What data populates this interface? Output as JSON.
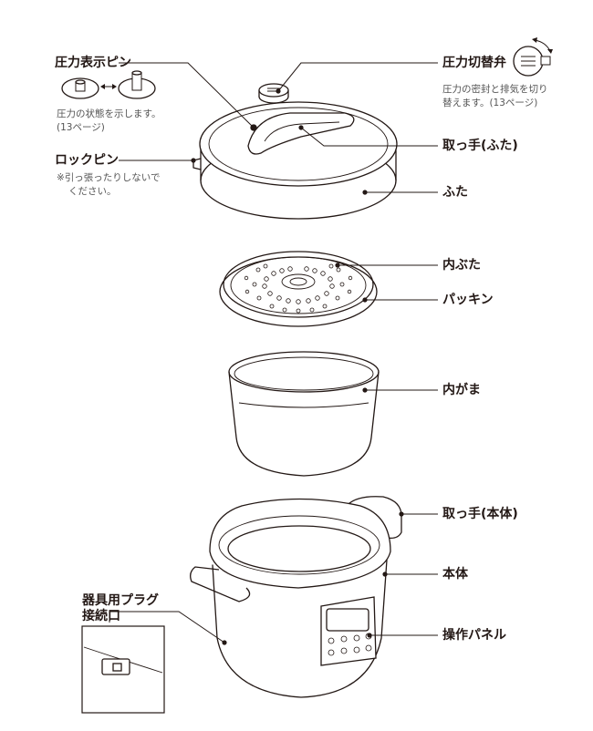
{
  "labels": {
    "pressure_pin": "圧力表示ピン",
    "pressure_pin_note": "圧力の状態を示します。",
    "pressure_pin_page": "(13ページ)",
    "lock_pin": "ロックピン",
    "lock_pin_note_1": "※引っ張ったりしないで",
    "lock_pin_note_2": "ください。",
    "switch_valve": "圧力切替弁",
    "switch_valve_note_1": "圧力の密封と排気を切り",
    "switch_valve_note_2": "替えます。(13ページ)",
    "lid_handle": "取っ手(ふた)",
    "lid": "ふた",
    "inner_lid": "内ぶた",
    "packing": "パッキン",
    "inner_pot": "内がま",
    "body_handle": "取っ手(本体)",
    "body": "本体",
    "plug_socket_1": "器具用プラグ",
    "plug_socket_2": "接続口",
    "control_panel": "操作パネル"
  }
}
